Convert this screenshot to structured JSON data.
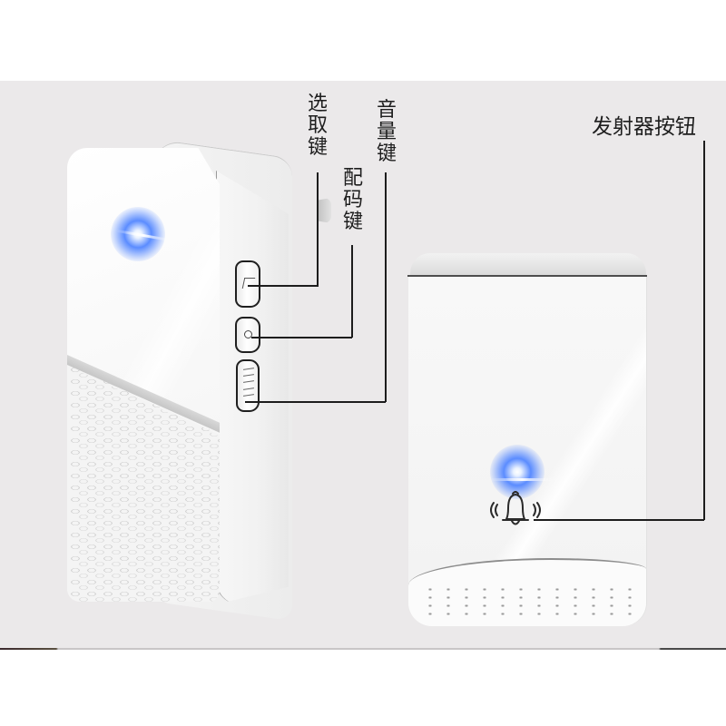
{
  "labels": {
    "select_key": "选取键",
    "pair_key": "配码键",
    "volume_key": "音量键",
    "transmitter_button": "发射器按钮"
  },
  "devices": {
    "receiver": {
      "buttons": [
        {
          "name": "select-key",
          "icon": "music-note-icon"
        },
        {
          "name": "pair-key",
          "icon": "circle-icon"
        },
        {
          "name": "volume-key",
          "icon": "ridged-scroll-icon"
        }
      ],
      "led_color": "#5b8cff"
    },
    "transmitter": {
      "button_icon": "ringing-bell-icon",
      "led_color": "#4a7bff"
    }
  },
  "colors": {
    "background_panel": "#ebe9ea",
    "device_body": "#f6f6f6",
    "line": "#1d1d1d",
    "text": "#1e1e1e"
  }
}
